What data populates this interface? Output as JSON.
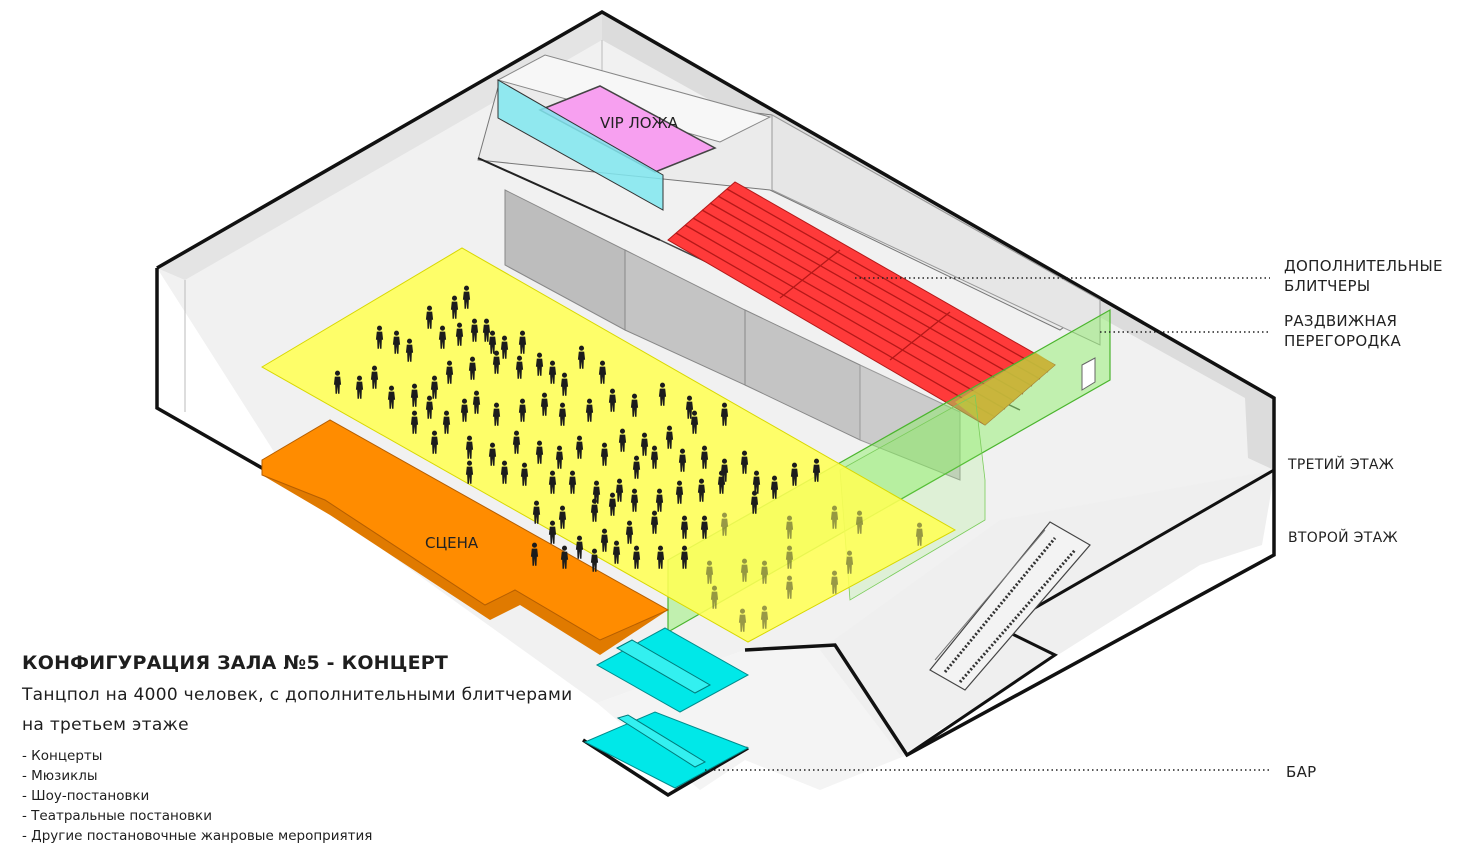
{
  "zones": {
    "vip": "VIP ЛОЖА",
    "stage": "СЦЕНА"
  },
  "callouts": {
    "bleachers": [
      "ДОПОЛНИТЕЛЬНЫЕ",
      "БЛИТЧЕРЫ"
    ],
    "partition": [
      "РАЗДВИЖНАЯ",
      "ПЕРЕГОРОДКА"
    ],
    "third_floor": "ТРЕТИЙ ЭТАЖ",
    "second_floor": "ВТОРОЙ ЭТАЖ",
    "bar": "БАР"
  },
  "caption": {
    "title": "КОНФИГУРАЦИЯ ЗАЛА №5 - КОНЦЕРТ",
    "subtitle_line1": "Танцпол на 4000 человек, с дополнительными блитчерами",
    "subtitle_line2": "на третьем этаже",
    "uses": [
      "- Концерты",
      "- Мюзиклы",
      "- Шоу-постановки",
      "- Театральные постановки",
      "- Другие постановочные жанровые мероприятия"
    ]
  },
  "colors": {
    "dance_floor": "#ffff55",
    "stage": "#ff8c00",
    "vip_box": "#f7a0f0",
    "glass": "#80e8f0",
    "bleachers": "#ff3a3a",
    "partition": "#88f060",
    "bar": "#00e8e8",
    "wall": "#eaeaea",
    "outline": "#111111"
  }
}
